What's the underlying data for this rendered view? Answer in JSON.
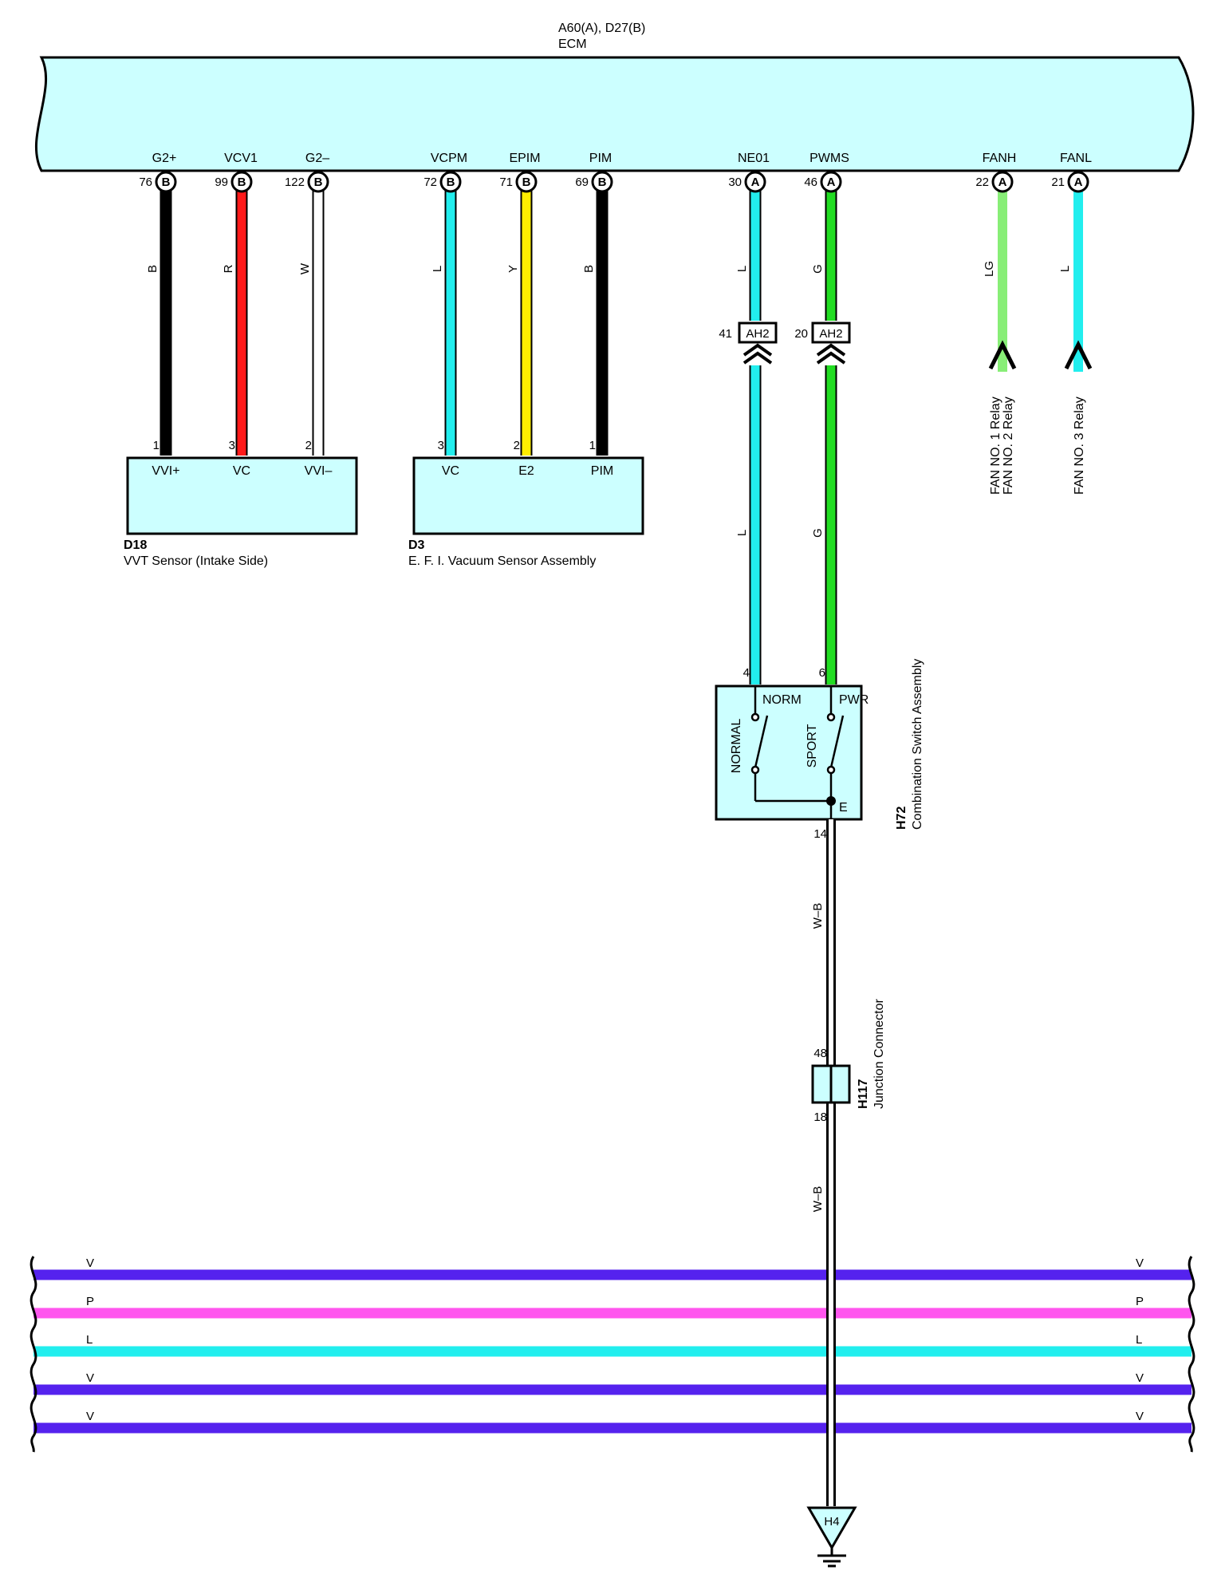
{
  "ecm": {
    "connectors": "A60(A), D27(B)",
    "name": "ECM",
    "terminals": [
      {
        "name": "G2+",
        "pin": "76",
        "conn": "B"
      },
      {
        "name": "VCV1",
        "pin": "99",
        "conn": "B"
      },
      {
        "name": "G2–",
        "pin": "122",
        "conn": "B"
      },
      {
        "name": "VCPM",
        "pin": "72",
        "conn": "B"
      },
      {
        "name": "EPIM",
        "pin": "71",
        "conn": "B"
      },
      {
        "name": "PIM",
        "pin": "69",
        "conn": "B"
      },
      {
        "name": "NE01",
        "pin": "30",
        "conn": "A"
      },
      {
        "name": "PWMS",
        "pin": "46",
        "conn": "A"
      },
      {
        "name": "FANH",
        "pin": "22",
        "conn": "A"
      },
      {
        "name": "FANL",
        "pin": "21",
        "conn": "A"
      }
    ]
  },
  "wires": [
    {
      "code": "B",
      "color": "#000000"
    },
    {
      "code": "R",
      "color": "#ff1a1a"
    },
    {
      "code": "W",
      "color": "#ffffff"
    },
    {
      "code": "L",
      "color": "#22eeee"
    },
    {
      "code": "Y",
      "color": "#ffee00"
    },
    {
      "code": "B",
      "color": "#000000"
    },
    {
      "code": "L",
      "color": "#22eeee"
    },
    {
      "code": "G",
      "color": "#22dd22"
    },
    {
      "code": "LG",
      "color": "#88ee77"
    },
    {
      "code": "L",
      "color": "#22eeee"
    }
  ],
  "d18": {
    "id": "D18",
    "name": "VVT Sensor (Intake Side)",
    "pins": [
      "1",
      "3",
      "2"
    ],
    "terminals": [
      "VVI+",
      "VC",
      "VVI–"
    ]
  },
  "d3": {
    "id": "D3",
    "name": "E. F. I.  Vacuum Sensor Assembly",
    "pins": [
      "3",
      "2",
      "1"
    ],
    "terminals": [
      "VC",
      "E2",
      "PIM"
    ]
  },
  "ah2": [
    {
      "pin": "41",
      "label": "AH2"
    },
    {
      "pin": "20",
      "label": "AH2"
    }
  ],
  "lower_wire_codes": [
    "L",
    "G"
  ],
  "relays": {
    "fan1": "FAN NO. 1 Relay",
    "fan2": "FAN NO. 2 Relay",
    "fan3": "FAN NO. 3 Relay"
  },
  "h72": {
    "id": "H72",
    "name": "Combination Switch Assembly",
    "pins": [
      "4",
      "6",
      "14"
    ],
    "terminals": [
      "NORM",
      "PWR",
      "E"
    ],
    "positions": [
      "NORMAL",
      "SPORT"
    ]
  },
  "ground_wire_code": "W–B",
  "h117": {
    "id": "H117",
    "name": "Junction Connector",
    "pins": [
      "48",
      "18"
    ]
  },
  "ground": {
    "label": "H4"
  },
  "bus": [
    {
      "code": "V",
      "color": "#5522ee"
    },
    {
      "code": "P",
      "color": "#ff55ee"
    },
    {
      "code": "L",
      "color": "#22eeee"
    },
    {
      "code": "V",
      "color": "#5522ee"
    },
    {
      "code": "V",
      "color": "#5522ee"
    }
  ]
}
